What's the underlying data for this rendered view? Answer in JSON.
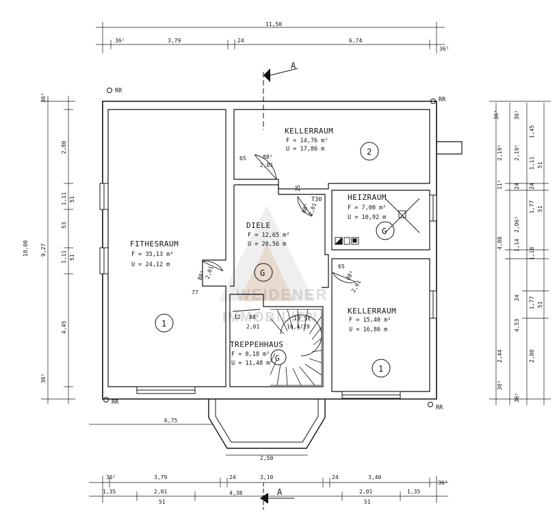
{
  "section_marker": "A",
  "corner_label": "RR",
  "rooms": [
    {
      "id": "fitnessraum",
      "name": "FITHESRAUM",
      "area": "F = 35,13 m²",
      "perimeter": "U = 24,12 m",
      "tag": "1"
    },
    {
      "id": "kellerraum-top",
      "name": "KELLERRAUM",
      "area": "F = 14,76 m²",
      "perimeter": "U = 17,86 m",
      "tag": "2"
    },
    {
      "id": "heizraum",
      "name": "HEIZRAUM",
      "area": "F = 7,00 m²",
      "perimeter": "U = 10,92 m",
      "tag": "G"
    },
    {
      "id": "diele",
      "name": "DIELE",
      "area": "F = 12,65 m²",
      "perimeter": "U = 20,56 m",
      "tag": "G"
    },
    {
      "id": "kellerraum-right",
      "name": "KELLERRAUM",
      "area": "F = 15,40 m²",
      "perimeter": "U = 16,86 m",
      "tag": "1"
    },
    {
      "id": "treppenhaus",
      "name": "TREPPEHHAUS",
      "area": "F = 8,18 m²",
      "perimeter": "U = 11,48 m",
      "tag": "G"
    }
  ],
  "door_labels": {
    "t30": "T30",
    "stairs": "19 St",
    "stairs_ratio": "16,4/29"
  },
  "dims_top": {
    "overall": "11,50",
    "seg1": "36⁵",
    "seg2": "3,79",
    "seg3": "24",
    "seg4": "6,74",
    "seg5": "36⁵"
  },
  "dims_bottom": {
    "seg1": "36⁵",
    "seg2": "3,79",
    "seg3": "24",
    "seg4": "3,10",
    "seg5": "24",
    "seg6": "3,40",
    "seg7": "36⁵",
    "w1": "1,35",
    "w2": "2,01",
    "w2b": "51",
    "w3": "4,38",
    "w4": "2,01",
    "w4b": "51",
    "w5": "1,35"
  },
  "dims_left": {
    "overall": "10,00",
    "inner": "9,27",
    "a": "36⁵",
    "b": "2,80",
    "c": "1,11",
    "c2": "51",
    "d": "53",
    "e": "1,11",
    "e2": "51",
    "f": "4,45",
    "g": "36⁵"
  },
  "dims_right": {
    "a": "36⁵",
    "b": "36⁵",
    "c": "2,19⁵",
    "d": "2,19⁵",
    "e": "1,45",
    "f": "1,11",
    "f2": "51",
    "g": "24",
    "h": "24",
    "i": "11⁵",
    "j": "1,77",
    "j2": "51",
    "k": "2,06⁵",
    "l": "4,08",
    "m": "1,18",
    "n": "1,14",
    "o": "4,53",
    "p": "24",
    "q": "1,77",
    "q2": "51",
    "r": "2,44",
    "s": "2,80",
    "t": "36⁵",
    "u": "36⁵"
  },
  "dims_inner": {
    "d65a": "65",
    "d885": "88⁵",
    "d201a": "2,01",
    "d25": "25",
    "d885b": "88⁵",
    "d201b": "2,01",
    "d65b": "65",
    "d885c": "88⁵",
    "d201c": "2,01",
    "d885d": "88⁵",
    "d201d": "2,01",
    "d77": "77",
    "d12": "12",
    "d885e": "88⁵",
    "d201e": "2,01"
  },
  "dims_porch": {
    "w675": "6,75",
    "w250": "2,50"
  },
  "watermark": {
    "line1": "WEIDENER",
    "line2": "IMMOBILIEN"
  }
}
